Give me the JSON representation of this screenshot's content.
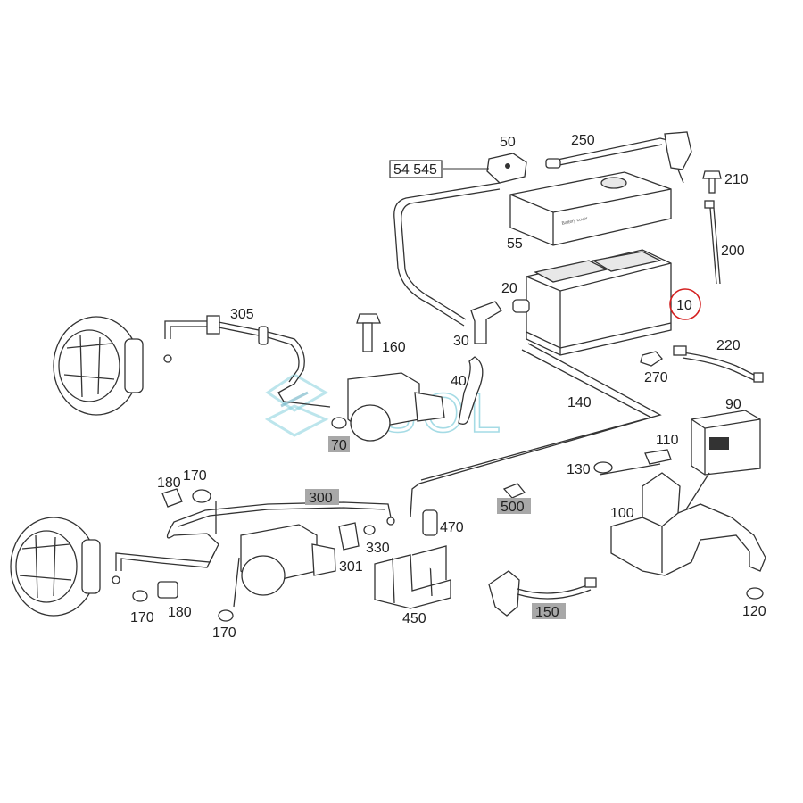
{
  "diagram": {
    "watermark": "SOL",
    "ref_code": "54 545",
    "labels": {
      "p10": "10",
      "p20": "20",
      "p30": "30",
      "p40": "40",
      "p50": "50",
      "p55": "55",
      "p70": "70",
      "p90": "90",
      "p100": "100",
      "p110": "110",
      "p120": "120",
      "p130": "130",
      "p140": "140",
      "p150": "150",
      "p160": "160",
      "p170a": "170",
      "p170b": "170",
      "p170c": "170",
      "p180a": "180",
      "p180b": "180",
      "p200": "200",
      "p210": "210",
      "p220": "220",
      "p250": "250",
      "p270": "270",
      "p300": "300",
      "p301": "301",
      "p305": "305",
      "p330": "330",
      "p450": "450",
      "p470": "470",
      "p500": "500"
    },
    "highlighted": [
      "70",
      "150",
      "300",
      "500"
    ],
    "circled": "10"
  },
  "colors": {
    "highlight": "#a8a8a8",
    "circle": "#d42020",
    "watermark": "#8fd3df"
  }
}
